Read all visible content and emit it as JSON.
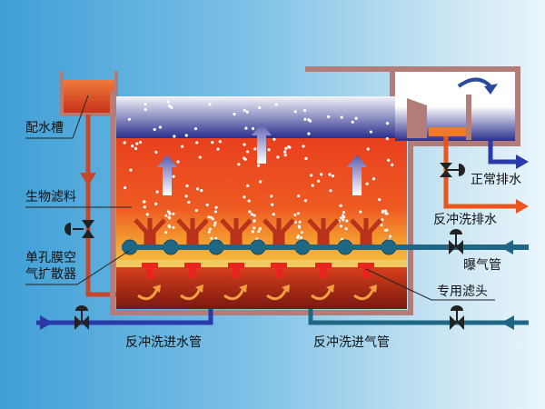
{
  "labels": {
    "water_distribution_tank": "配水槽",
    "bio_filter_media": "生物滤料",
    "diffuser_line1": "单孔膜空",
    "diffuser_line2": "气扩散器",
    "normal_drain": "正常排水",
    "backwash_drain": "反冲洗排水",
    "aeration_pipe": "曝气管",
    "filter_head": "专用滤头",
    "backwash_water_inlet": "反冲洗进水管",
    "backwash_air_inlet": "反冲洗进气管"
  },
  "colors": {
    "wall": "#b27c78",
    "water_top": "#2b2f8c",
    "media": "#ea4b1e",
    "media_bottom": "#f5b43a",
    "bottom_chamber": "#8c1e14",
    "aeration_pipe": "#1f6785",
    "water_pipe": "#2a3aa8",
    "orange_pipe": "#e8561e"
  }
}
